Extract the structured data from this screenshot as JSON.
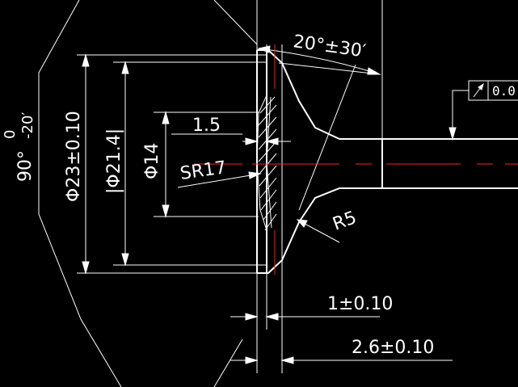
{
  "colors": {
    "background": "#000000",
    "lines": "#ffffff",
    "centerlines": "#ff2020"
  },
  "dimensions": {
    "seat_angle": "20°±30′",
    "outer_angle": "90°",
    "outer_angle_tol_upper": "0",
    "outer_angle_tol_lower": "-20′",
    "dia_23": "Φ23±0.10",
    "dia_21_4": "|Φ21.4|",
    "dia_14": "Φ14",
    "depth_1_5": "1.5",
    "sphere_radius": "SR17",
    "fillet_radius": "R5",
    "thickness_1": "1±0.10",
    "thickness_2": "2.6±0.10"
  },
  "feature_control_frame": {
    "symbol": "circular-runout-icon",
    "value": "0.0"
  }
}
